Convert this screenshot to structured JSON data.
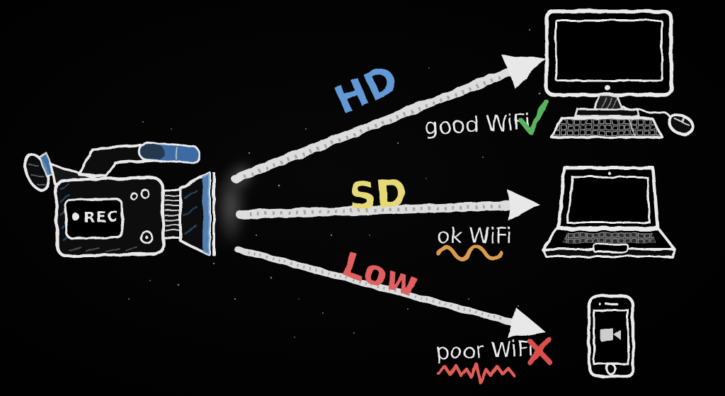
{
  "meta": {
    "background_color": "#020202",
    "chalk_color": "#e8e8e8",
    "style": "hand-drawn chalkboard diagram"
  },
  "camera": {
    "name": "video-camera",
    "rec_label": "REC",
    "accent_color": "#4a7cb0",
    "lens_stripe_color": "#5e93c9"
  },
  "streams": [
    {
      "quality_label": "HD",
      "quality_color": "#6298d6",
      "wifi_label": "good WiFi",
      "wifi_icon": "check-icon",
      "wifi_icon_color": "#58b25f",
      "target_device": "desktop-computer"
    },
    {
      "quality_label": "SD",
      "quality_color": "#e5d977",
      "wifi_label": "ok WiFi",
      "wifi_icon": "wavy-underline-icon",
      "wifi_icon_color": "#d89a4f",
      "target_device": "laptop"
    },
    {
      "quality_label": "Low",
      "quality_color": "#df5f5e",
      "wifi_label": "poor WiFi",
      "wifi_icon": "cross-icon",
      "wifi_icon_color": "#d8504c",
      "underline_icon": "zigzag-line-icon",
      "underline_icon_color": "#df5b57",
      "target_device": "smartphone"
    }
  ],
  "devices": [
    {
      "name": "desktop-computer"
    },
    {
      "name": "laptop"
    },
    {
      "name": "smartphone"
    }
  ]
}
